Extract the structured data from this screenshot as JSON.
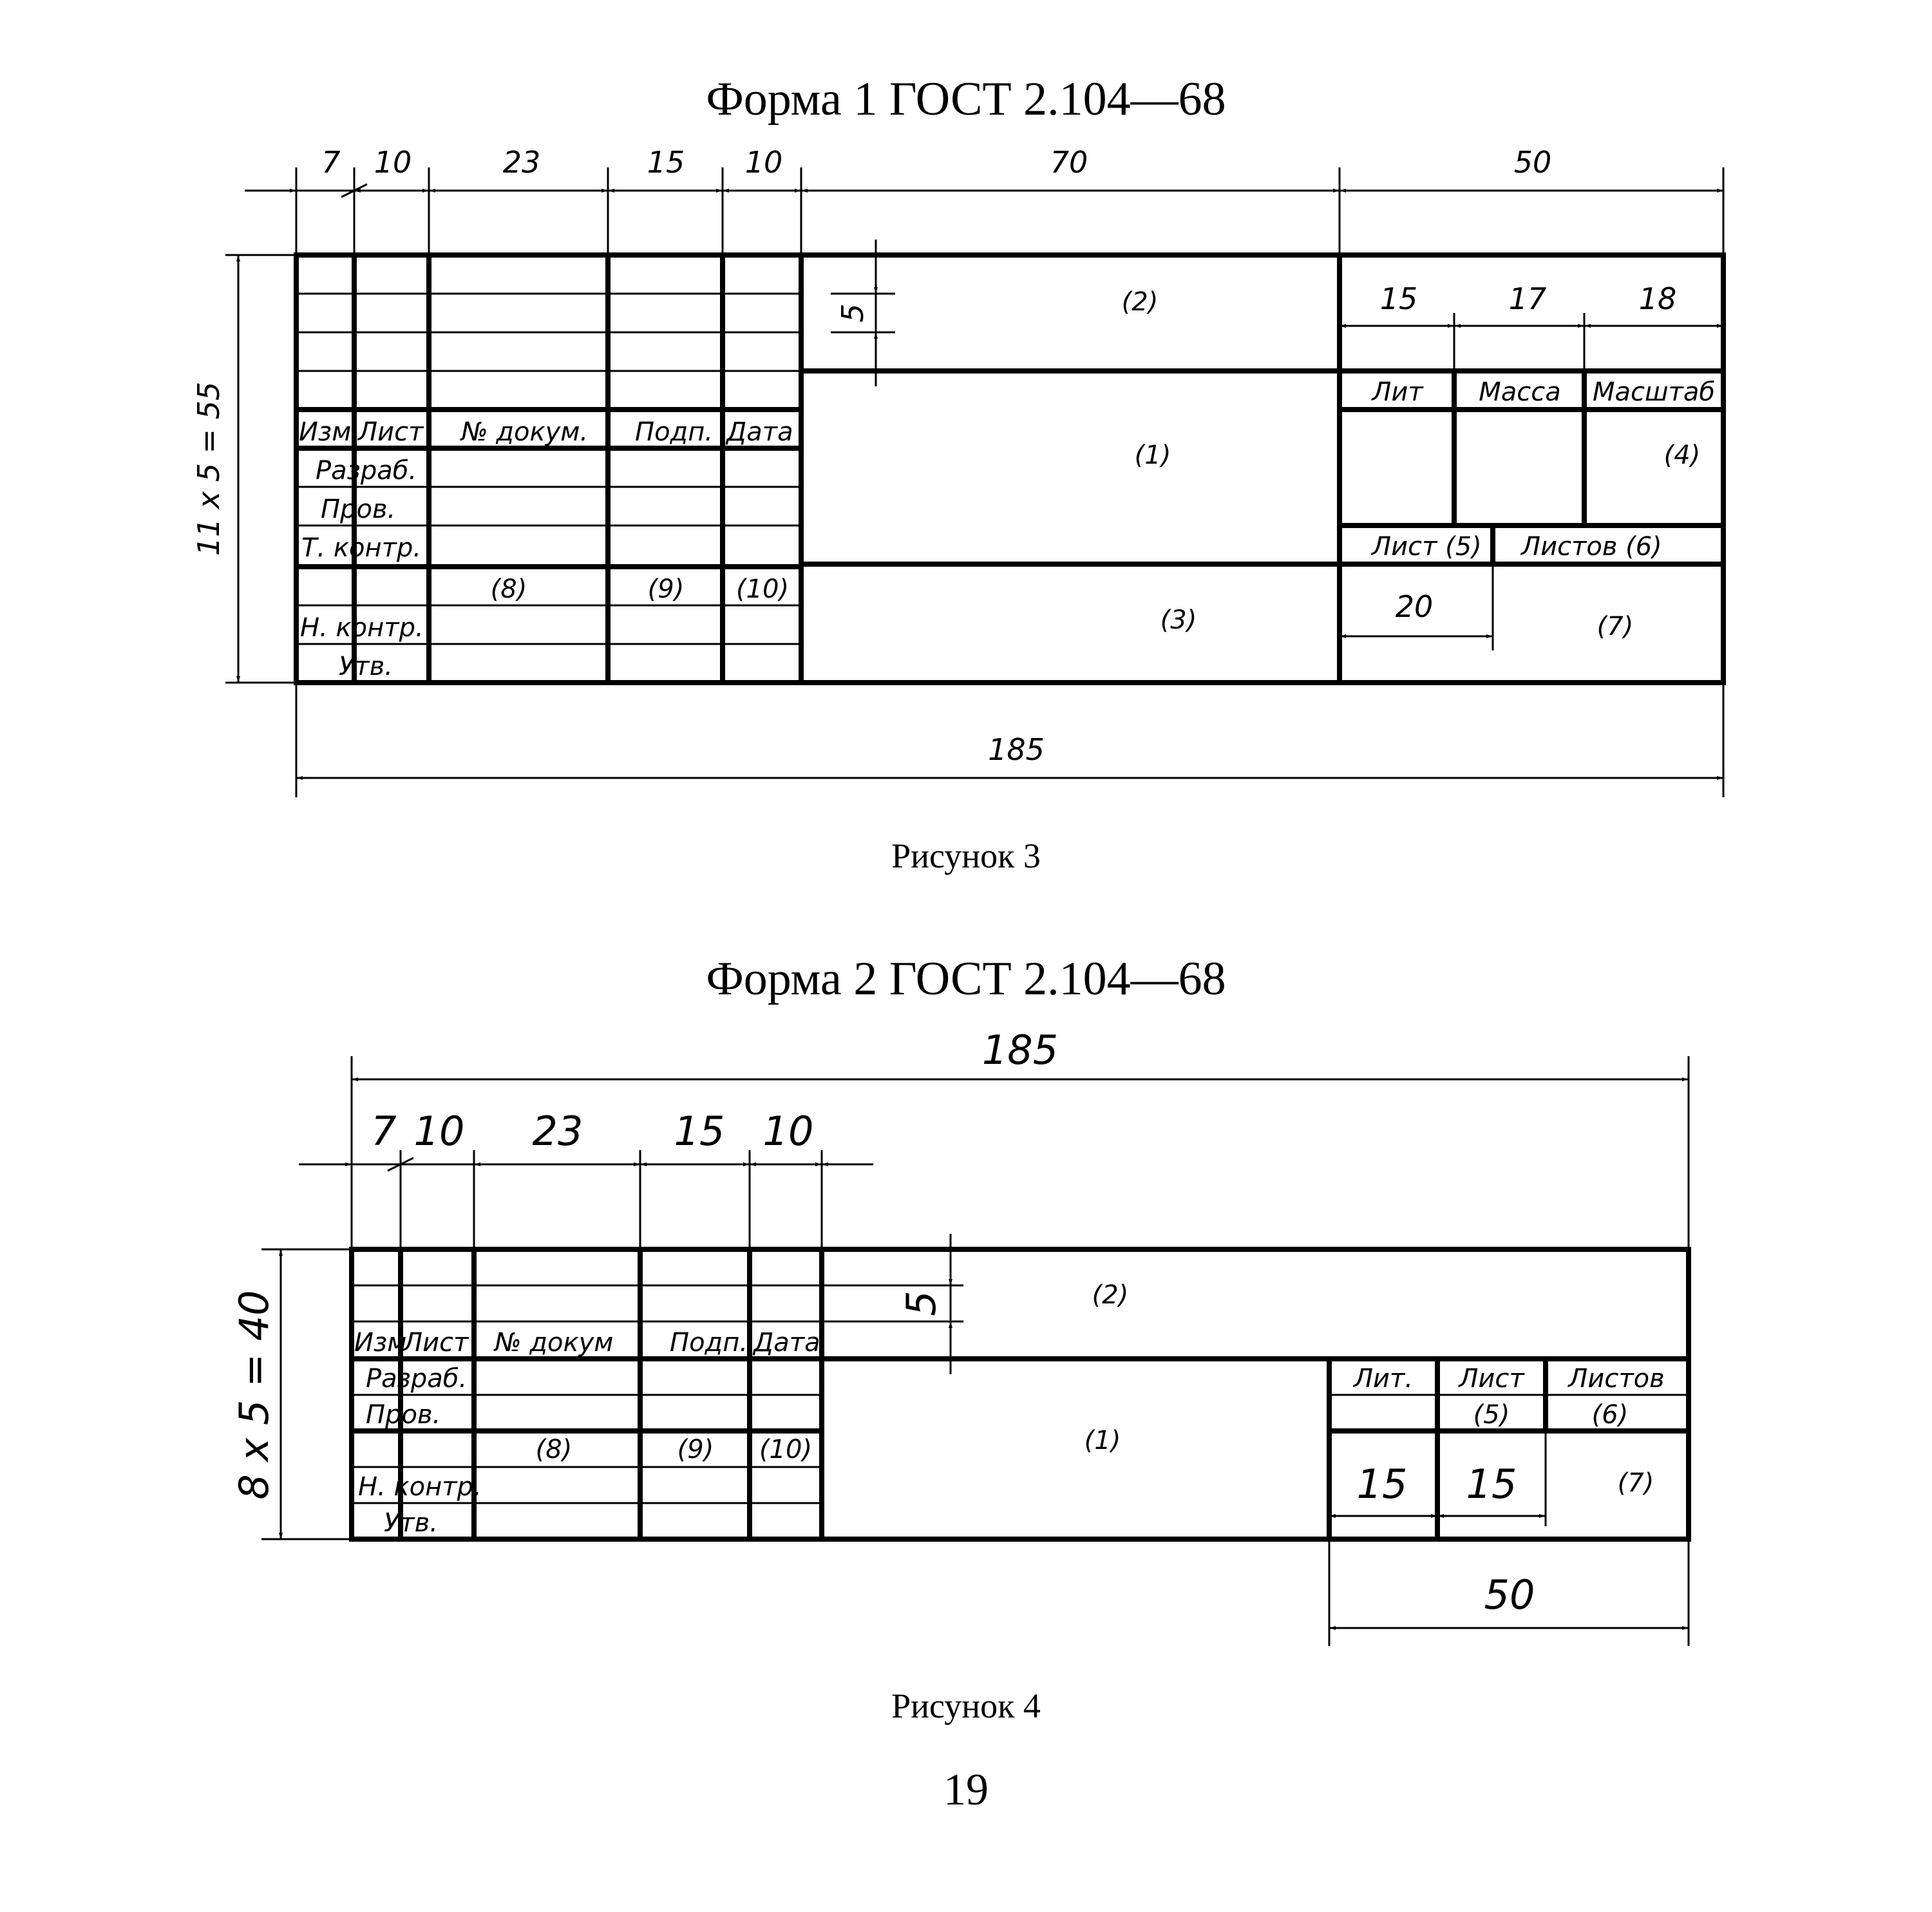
{
  "form1": {
    "title": "Форма 1  ГОСТ 2.104—68",
    "caption": "Рисунок 3",
    "dims_top": [
      "7",
      "10",
      "23",
      "15",
      "10",
      "70",
      "50"
    ],
    "dim_rows": "11 x 5 = 55",
    "dim_5": "5",
    "dims_right": [
      "15",
      "17",
      "18"
    ],
    "dim_20": "20",
    "dim_total": "185",
    "headers": [
      "Изм",
      "Лист",
      "№ докум.",
      "Подп.",
      "Дата"
    ],
    "row_labels": [
      "Разраб.",
      "Пров.",
      "Т. контр.",
      "Н. контр.",
      "Утв."
    ],
    "right_headers": [
      "Лит",
      "Масса",
      "Масштаб"
    ],
    "fields": {
      "f1": "(1)",
      "f2": "(2)",
      "f3": "(3)",
      "f4": "(4)",
      "f5": "Лист (5)",
      "f6": "Листов  (6)",
      "f7": "(7)",
      "f8": "(8)",
      "f9": "(9)",
      "f10": "(10)"
    }
  },
  "form2": {
    "title": "Форма 2  ГОСТ 2.104—68",
    "caption": "Рисунок 4",
    "dim_total": "185",
    "dims_top": [
      "7",
      "10",
      "23",
      "15",
      "10"
    ],
    "dim_rows": "8 x 5 = 40",
    "dim_5": "5",
    "headers": [
      "Изм",
      "Лист",
      "№ докум",
      "Подп.",
      "Дата"
    ],
    "row_labels": [
      "Разраб.",
      "Пров.",
      "Н. контр.",
      "Утв."
    ],
    "right_headers": [
      "Лит.",
      "Лист",
      "Листов"
    ],
    "fields": {
      "f1": "(1)",
      "f2": "(2)",
      "f5": "(5)",
      "f6": "(6)",
      "f7": "(7)",
      "f8": "(8)",
      "f9": "(9)",
      "f10": "(10)"
    },
    "dims_bottom": [
      "15",
      "15"
    ],
    "dim_50": "50"
  },
  "page_number": "19"
}
